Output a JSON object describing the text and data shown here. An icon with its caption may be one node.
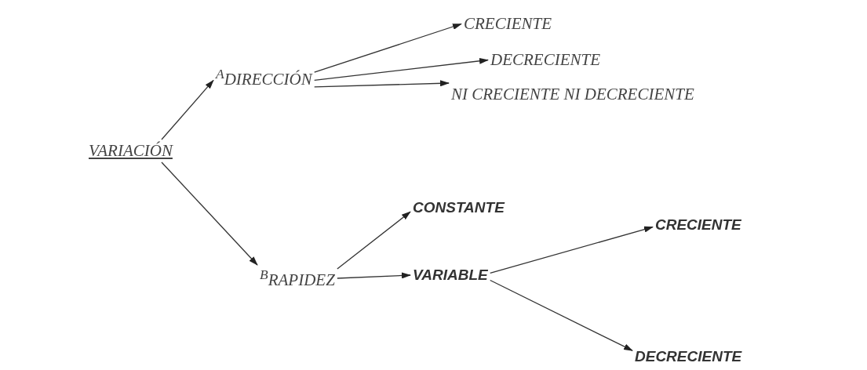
{
  "diagram": {
    "nodes": [
      {
        "text": [
          "VARIACIÓN"
        ]
      },
      {
        "text": [
          "$^{A}$DIRECCIÓN"
        ]
      },
      {
        "text": [
          "CRECIENTE"
        ]
      },
      {
        "text": [
          "DECRECIENTE"
        ]
      },
      {
        "text": [
          "NI CRECIENTE NI DECRECIENTE"
        ]
      },
      {
        "text": [
          "$^{B}$RAPIDEZ"
        ]
      },
      {
        "text": [
          "CONSTANTE"
        ]
      },
      {
        "text": [
          "VARIABLE"
        ]
      },
      {
        "text": [
          "CRECIENTE"
        ]
      },
      {
        "text": [
          "DECRECIENTE"
        ]
      }
    ],
    "edges": [
      {
        "from": 0,
        "to": 1,
        "arrow": "to"
      },
      {
        "from": 0,
        "to": 5,
        "arrow": "to"
      },
      {
        "from": 1,
        "to": 2,
        "arrow": "to"
      },
      {
        "from": 1,
        "to": 3,
        "arrow": "to"
      },
      {
        "from": 1,
        "to": 4,
        "arrow": "to"
      },
      {
        "from": 5,
        "to": 6,
        "arrow": "to"
      },
      {
        "from": 5,
        "to": 7,
        "arrow": "to"
      },
      {
        "from": 7,
        "to": 8,
        "arrow": "to"
      },
      {
        "from": 7,
        "to": 9,
        "arrow": "to"
      }
    ]
  }
}
